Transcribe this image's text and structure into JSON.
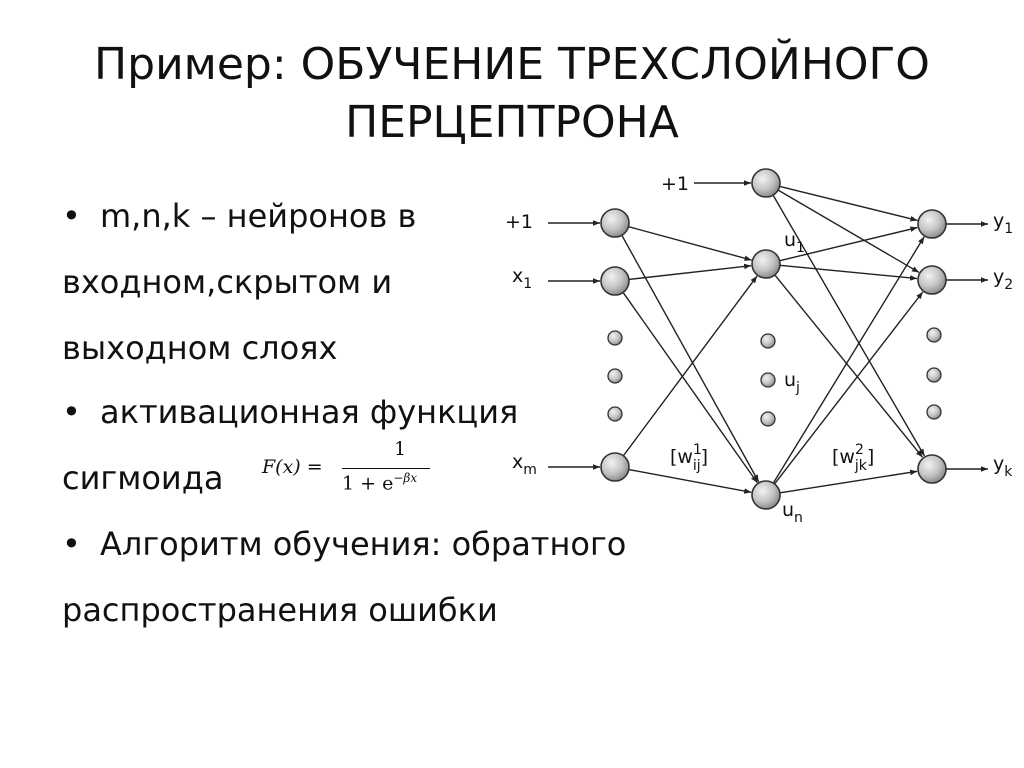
{
  "slide": {
    "title_line1": "Пример: ОБУЧЕНИЕ ТРЕХСЛОЙНОГО",
    "title_line2": "ПЕРЦЕПТРОНА"
  },
  "bullets": {
    "bullet_char": "•",
    "b1_line1": "m,n,k –  нейронов в",
    "b1_line2": "входном,скрытом и",
    "b1_line3": "выходном слоях",
    "b2_line1": "активационная функция",
    "b2_line2": "сигмоида",
    "b3_line1": "Алгоритм обучения: обратного",
    "b3_line2": "распространения ошибки"
  },
  "formula": {
    "lhs": "F(x) =",
    "numerator": "1",
    "denominator": "1 + e",
    "exponent": "−βx"
  },
  "diagram": {
    "input_bias": "+1",
    "input_x": "x",
    "input_x1_sub": "1",
    "input_xm_sub": "m",
    "hidden_bias": "+1",
    "hidden_u": "u",
    "hidden_u1_sub": "1",
    "hidden_uj_sub": "j",
    "hidden_un_sub": "n",
    "output_y": "y",
    "output_y1_sub": "1",
    "output_y2_sub": "2",
    "output_yk_sub": "k",
    "weight1_open": "[w",
    "weight1_sup": "1",
    "weight1_sub": "ij",
    "weight1_close": "]",
    "weight2_open": "[w",
    "weight2_sup": "2",
    "weight2_sub": "jk",
    "weight2_close": "]"
  }
}
